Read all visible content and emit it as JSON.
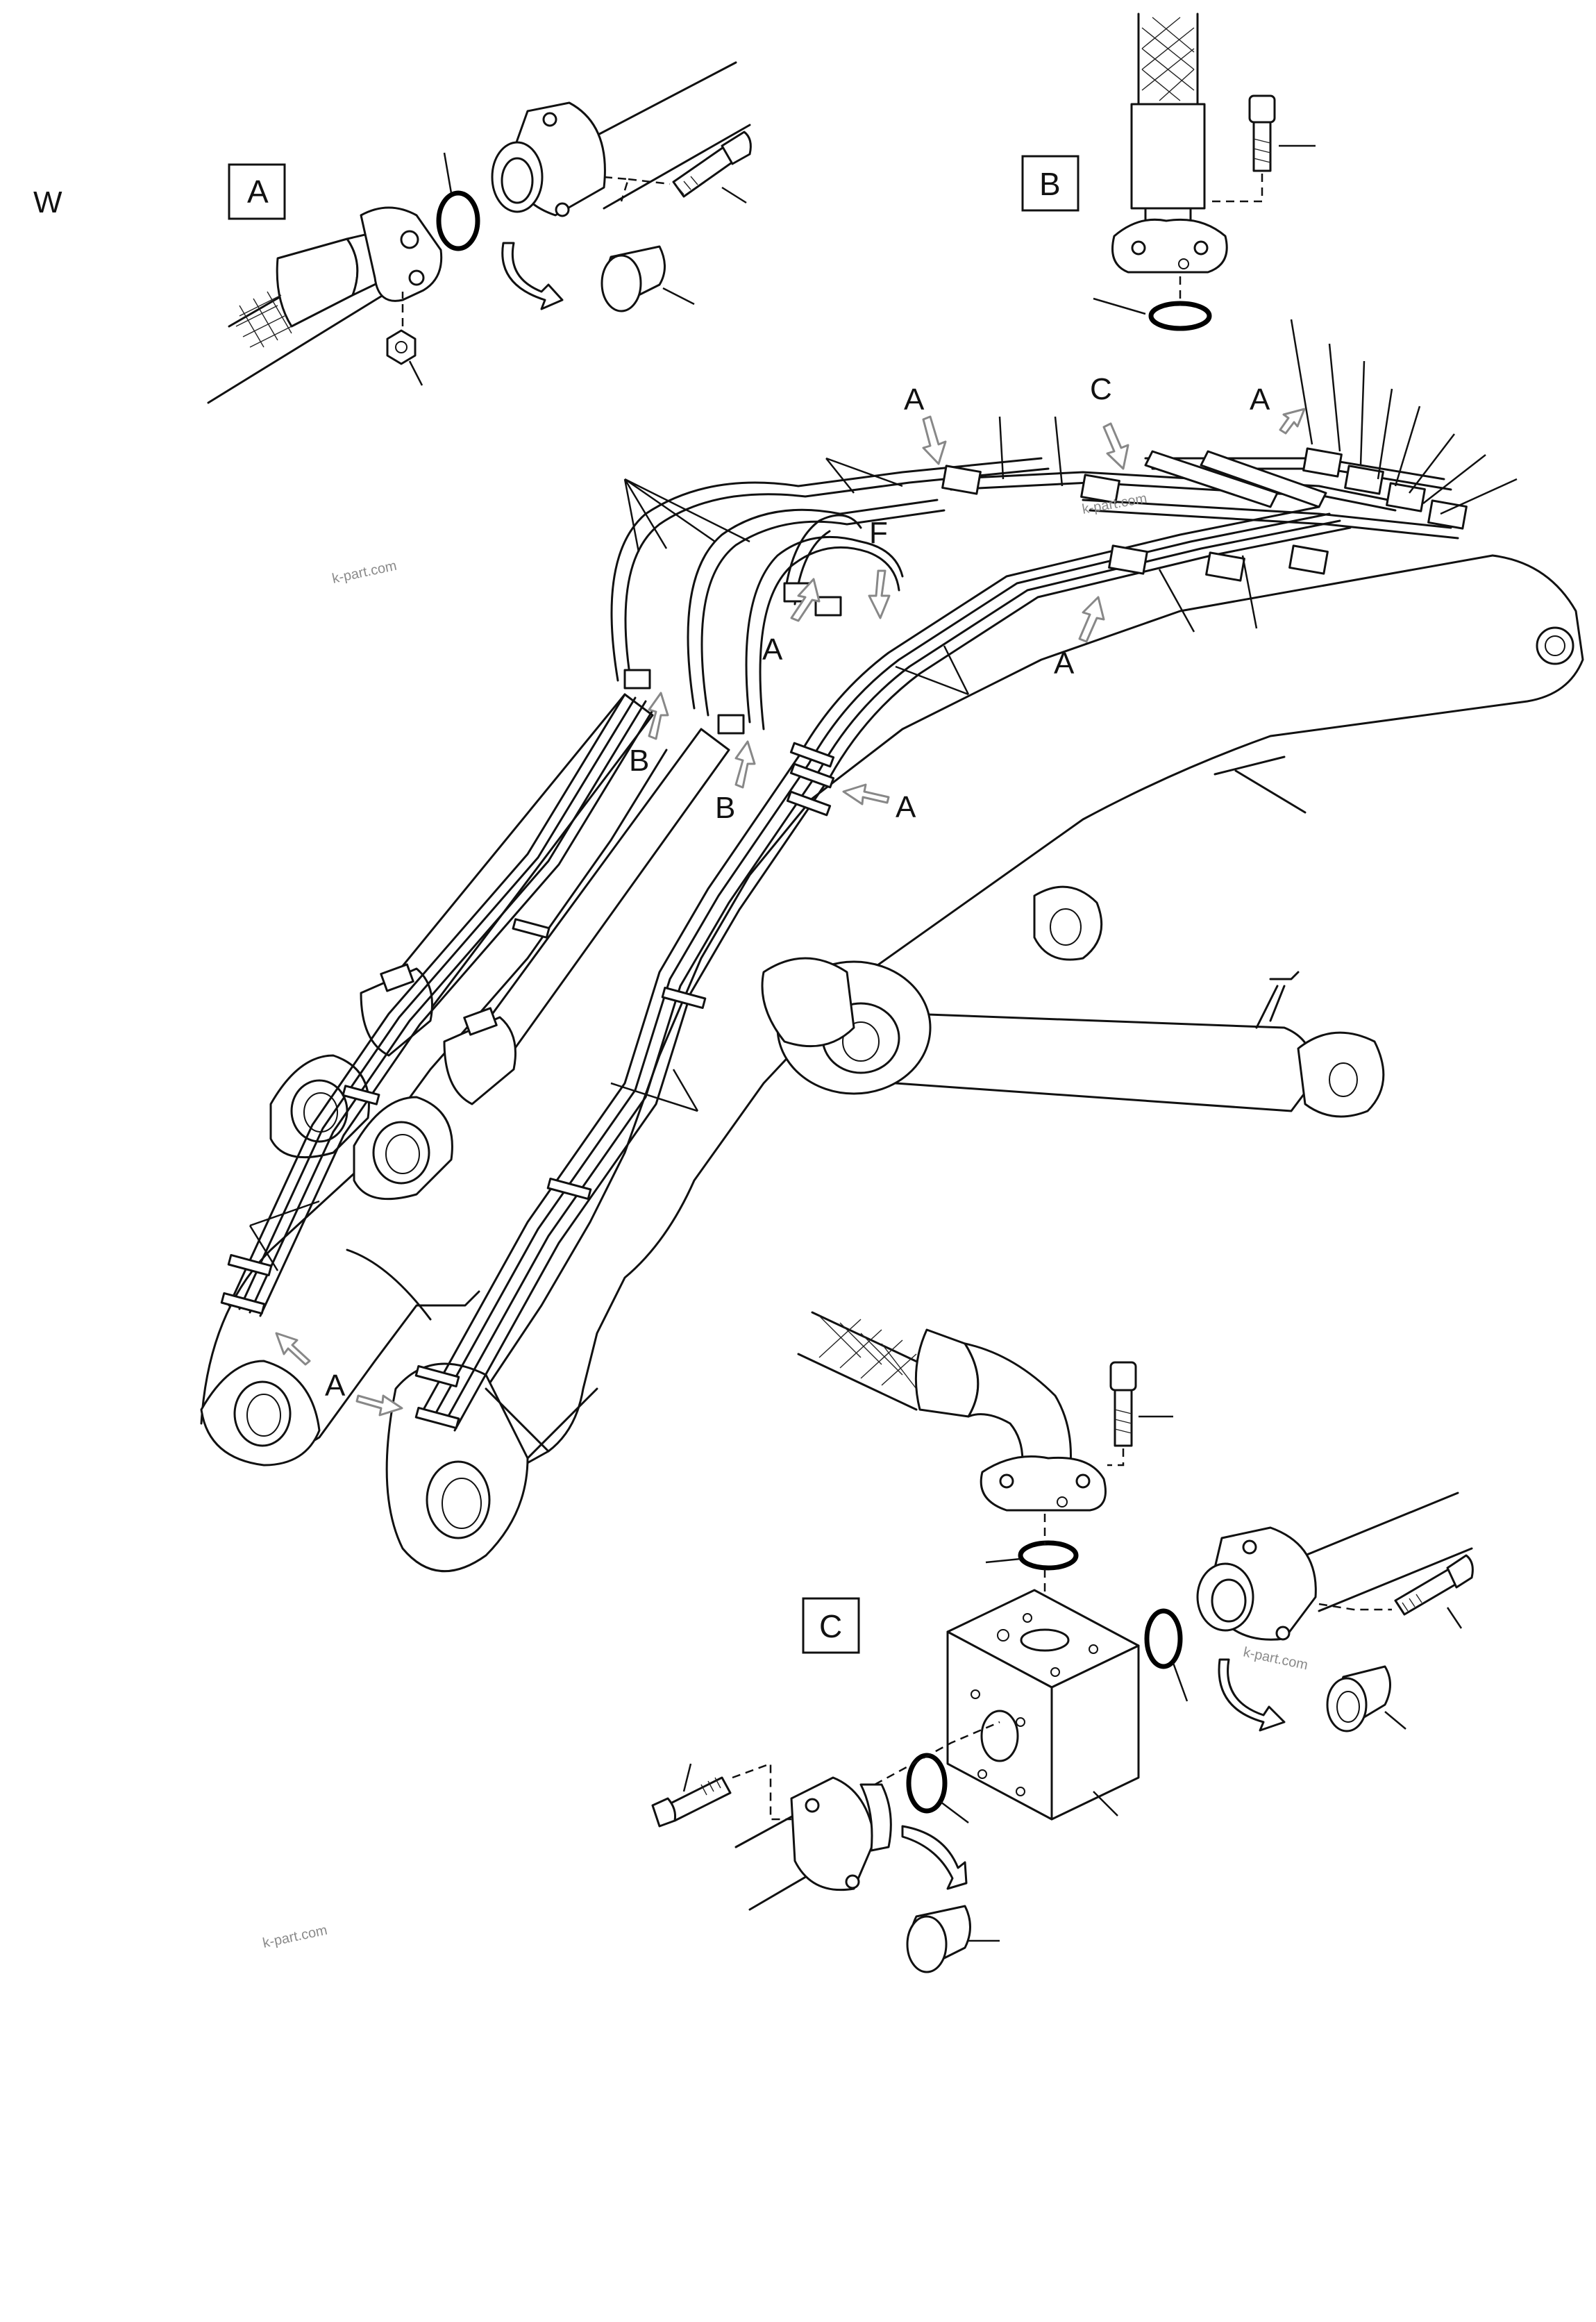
{
  "page_label": "W",
  "detail_labels": {
    "a": "A",
    "b": "B",
    "c": "C"
  },
  "callouts": {
    "a": "A",
    "b": "B",
    "c": "C",
    "f": "F"
  },
  "watermark": "k-part.com"
}
